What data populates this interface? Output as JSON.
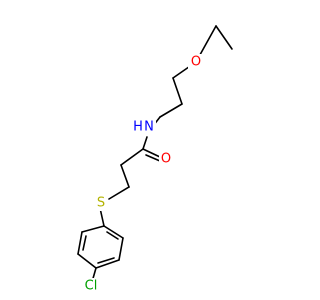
{
  "molecule": {
    "atoms": {
      "oxygen_ether": "O",
      "nitrogen_amide": "N",
      "hydrogen_amide": "H",
      "oxygen_carbonyl": "O",
      "sulfur": "S",
      "chlorine": "Cl"
    },
    "colors": {
      "oxygen": "#ff0000",
      "nitrogen": "#0000ff",
      "sulfur": "#b3b300",
      "chlorine": "#00a000",
      "bond": "#000000"
    }
  }
}
